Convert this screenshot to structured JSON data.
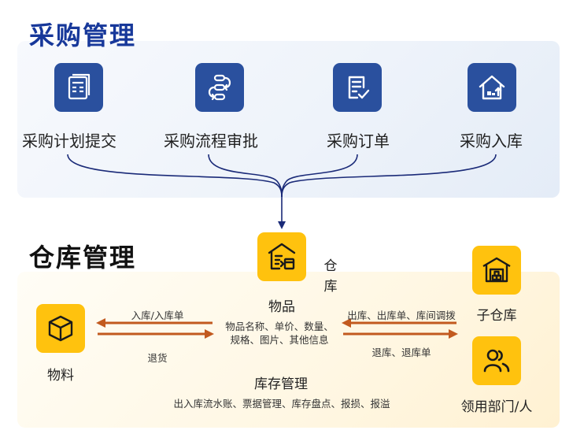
{
  "purchase": {
    "title": "采购管理",
    "steps": [
      {
        "label": "采购计划提交",
        "icon": "document-stack-icon"
      },
      {
        "label": "采购流程审批",
        "icon": "approval-flow-icon"
      },
      {
        "label": "采购订单",
        "icon": "order-checklist-icon"
      },
      {
        "label": "采购入库",
        "icon": "home-stock-in-icon"
      }
    ]
  },
  "warehouse": {
    "title": "仓库管理",
    "center": {
      "label": "物品",
      "vertical_label": [
        "仓",
        "库"
      ],
      "info_line1": "物品名称、单价、数量、",
      "info_line2": "规格、图片、其他信息",
      "icon": "warehouse-doc-icon"
    },
    "material": {
      "label": "物料",
      "icon": "cube-box-icon"
    },
    "sub_warehouse": {
      "label": "子仓库",
      "icon": "storehouse-icon"
    },
    "department": {
      "label": "领用部门/人",
      "icon": "users-icon"
    },
    "arrows": {
      "left_top": "入库/入库单",
      "left_bottom": "退货",
      "right_top": "出库、出库单、库间调拨",
      "right_bottom": "退库、退库单"
    },
    "inventory": {
      "title": "库存管理",
      "details": "出入库流水账、票据管理、库存盘点、报损、报溢"
    }
  },
  "colors": {
    "purchase_icon_bg": "#2a509e",
    "warehouse_icon_bg": "#ffc20e",
    "arrow": "#c25a1f",
    "connector": "#1a2a78",
    "purchase_title": "#17389a"
  }
}
